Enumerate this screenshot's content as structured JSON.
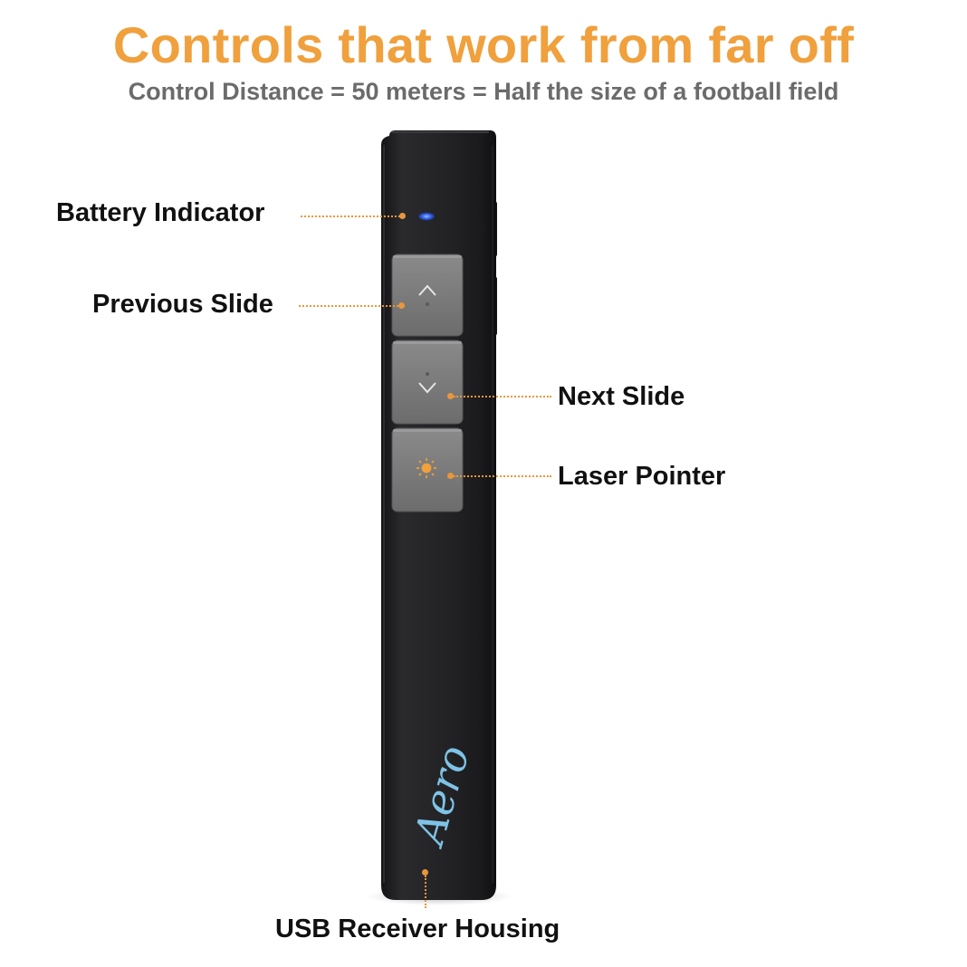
{
  "header": {
    "title": "Controls that work from far off",
    "subtitle": "Control Distance = 50 meters = Half the size of a football field"
  },
  "callouts": {
    "battery_indicator": "Battery Indicator",
    "previous_slide": "Previous Slide",
    "next_slide": "Next Slide",
    "laser_pointer": "Laser Pointer",
    "usb_receiver_housing": "USB Receiver Housing"
  },
  "device": {
    "brand_logo": "Aero",
    "buttons": [
      {
        "name": "previous",
        "icon": "chevron-up-icon"
      },
      {
        "name": "next",
        "icon": "chevron-down-icon"
      },
      {
        "name": "laser",
        "icon": "sun-icon"
      }
    ],
    "colors": {
      "body": "#1f1f21",
      "button": "#7a7a7a",
      "accent": "#f0a03c",
      "led": "#3a6cf0",
      "logo": "#7ec3e6"
    }
  }
}
